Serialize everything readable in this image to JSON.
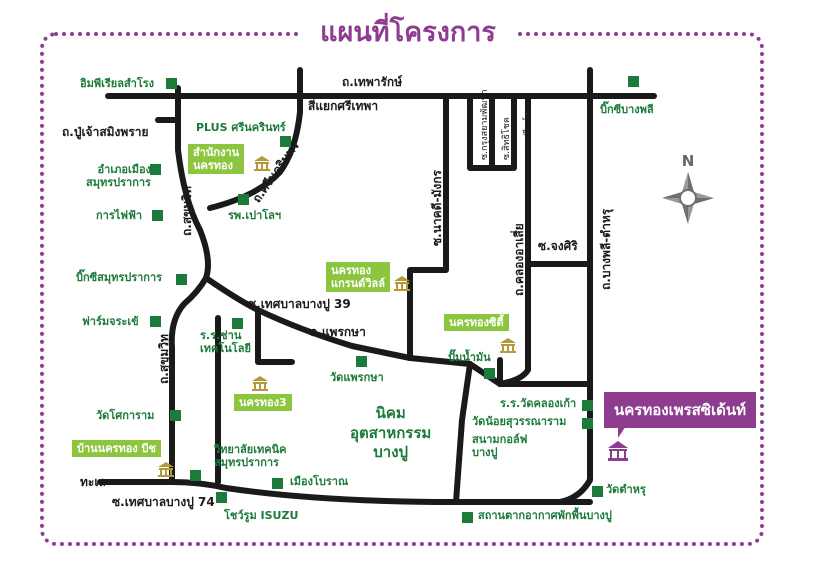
{
  "title": "แผนที่โครงการ",
  "compass": {
    "north": "N"
  },
  "roads": {
    "thepharak": "ถ.เทพารักษ์",
    "yaek_srithepha": "สี่แยกศรีเทพา",
    "srinakarin": "ถ.ศรีนครินทร์",
    "pu_chao": "ถ.ปู่เจ้าสมิงพราย",
    "sukhumvit_upper": "ถ.สุขุมวิท",
    "sukhumvit_lower": "ถ.สุขุมวิท",
    "soi_thetsaban39": "ซ.เทศบาลบางปู 39",
    "phraek_sa": "ถ.แพรกษา",
    "nak_mangkon": "ซ.นาคดี-มังกร",
    "khlong_asia": "ถ.คลองอาเสี่ย",
    "krung_thai": "ซ.กรุงสยามพัฒนา",
    "soi_nimit": "ซ.สิทธิโชค",
    "soi_sompong": "ซ.สมปรีนท์",
    "chongsiri": "ซ.จงศิริ",
    "bangphli_tamru": "ถ.บางพลี-ตำหรุ",
    "soi_thetsaban74": "ซ.เทศบาลบางปู 74",
    "thale": "ทะเล"
  },
  "places": {
    "imperial": "อิมพีเรียลสำโรง",
    "plus_srinakarin": "PLUS ศรีนครินทร์",
    "amphoe": "อำเภอเมือง\nสมุทรปราการ",
    "pea": "การไฟฟ้า",
    "paolo": "รพ.เปาโลฯ",
    "bigc_samutprakan": "บิ๊กซีสมุทรปราการ",
    "farm_chorakhe": "ฟาร์มจระเข้",
    "school_tech": "ร.ร.ช่าน\nเทคโนโลยี",
    "wat_kan": "วัดโศการาม",
    "wat_phraeksa": "วัดแพรกษา",
    "industrial": "นิคม\nอุตสาหกรรม\nบางปู",
    "gas_station": "ปั๊มน้ำมัน",
    "school_wat_khlong": "ร.ร.วัดคลองเก้า",
    "wat_noi": "วัดน้อยสุวรรณาราม",
    "golf": "สนามกอล์ฟ\nบางปู",
    "tech_college": "วิทยาลัยเทคนิค\nสมุทรปราการ",
    "ancient_city": "เมืองโบราณ",
    "isuzu": "โชว์รูม ISUZU",
    "wat_tamru": "วัดตำหรุ",
    "bangpu_station": "สถานตากอากาศพักพื้นบางปู",
    "bigc_bangphli": "บิ๊กซีบางพลี"
  },
  "projects": {
    "head_office": "สำนักงาน\nนครทอง",
    "grandville": "นครทอง\nแกรนด์วิลล์",
    "nakhonthong_city": "นครทองซิตี้",
    "nakhonthong3": "นครทอง3",
    "nakhonthong_beach": "บ้านนครทอง บีช",
    "president": "นครทองเพรสซิเด้นท์"
  },
  "colors": {
    "brand": "#8e3c8f",
    "project": "#8cc63f",
    "landmark": "#1c7a3a",
    "road": "#1a1a1a"
  },
  "icons": [
    "building-icon",
    "north-compass-icon",
    "landmark-square-icon"
  ]
}
